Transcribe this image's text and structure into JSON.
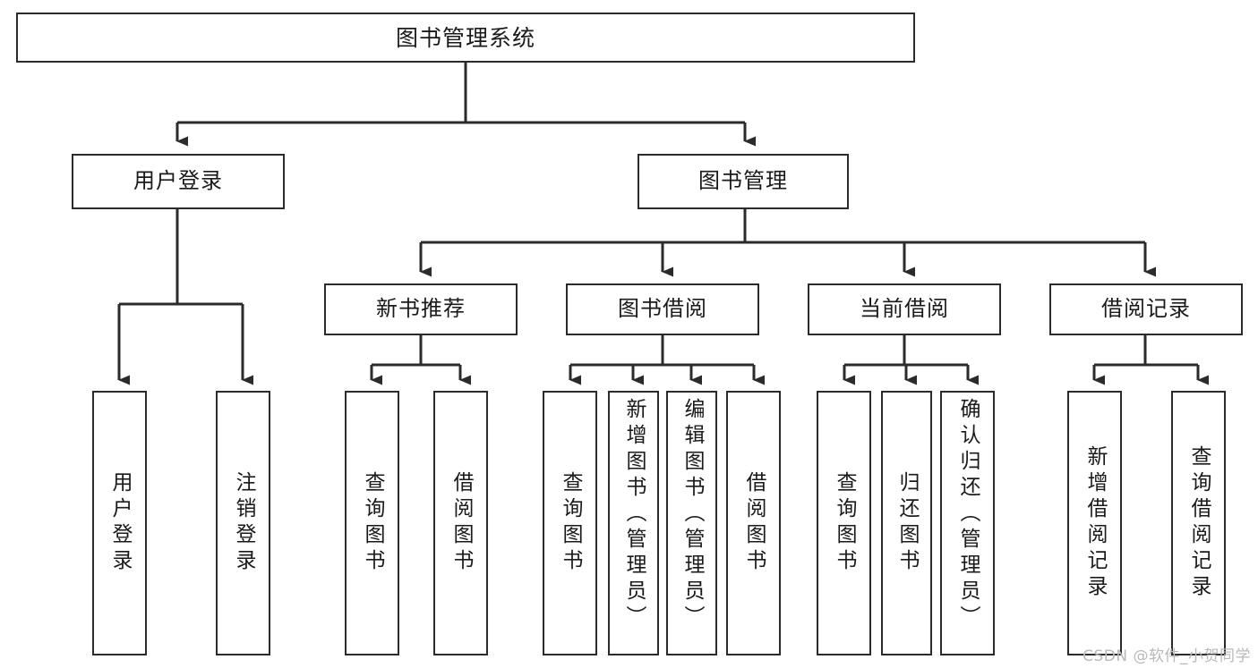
{
  "diagram": {
    "title": "图书管理系统",
    "type": "tree-hierarchy-chart",
    "orientation": "top-down",
    "background_color": "#ffffff",
    "node_border_color": "#2b2b2b",
    "connector_color": "#2b2b2b"
  },
  "nodes": {
    "root": {
      "label": "图书管理系统"
    },
    "level2": {
      "user_login": {
        "label": "用户登录"
      },
      "book_manage": {
        "label": "图书管理"
      }
    },
    "level3": {
      "new_book_rec": {
        "label": "新书推荐"
      },
      "book_borrow": {
        "label": "图书借阅"
      },
      "current_borrow": {
        "label": "当前借阅"
      },
      "borrow_record": {
        "label": "借阅记录"
      }
    },
    "leaves": {
      "user_login_1": {
        "label": "用户登录"
      },
      "user_login_2": {
        "label": "注销登录"
      },
      "new_book_rec_1": {
        "label": "查询图书"
      },
      "new_book_rec_2": {
        "label": "借阅图书"
      },
      "book_borrow_1": {
        "label": "查询图书"
      },
      "book_borrow_2": {
        "label": "新增图书（管理员）"
      },
      "book_borrow_3": {
        "label": "编辑图书（管理员）"
      },
      "book_borrow_4": {
        "label": "借阅图书"
      },
      "current_borrow_1": {
        "label": "查询图书"
      },
      "current_borrow_2": {
        "label": "归还图书"
      },
      "current_borrow_3": {
        "label": "确认归还（管理员）"
      },
      "borrow_record_1": {
        "label": "新增借阅记录"
      },
      "borrow_record_2": {
        "label": "查询借阅记录"
      }
    }
  },
  "watermark": {
    "text": "CSDN @软件_小贺同学"
  }
}
